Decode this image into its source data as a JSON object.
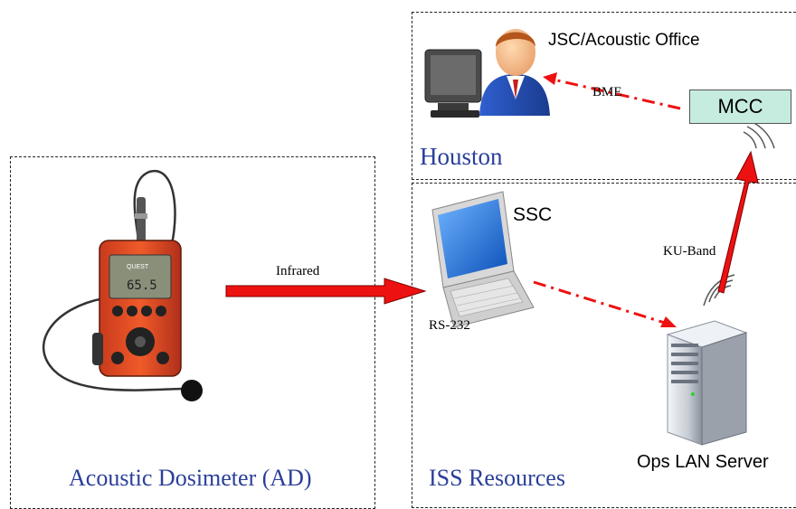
{
  "regions": {
    "ad": {
      "label": "Acoustic Dosimeter (AD)"
    },
    "iss": {
      "label": "ISS Resources"
    },
    "houston": {
      "label": "Houston"
    }
  },
  "nodes": {
    "jsc": {
      "label": "JSC/Acoustic Office"
    },
    "mcc": {
      "label": "MCC"
    },
    "ssc": {
      "label": "SSC"
    },
    "server": {
      "label": "Ops LAN Server"
    },
    "rs232": {
      "label": "RS-232"
    }
  },
  "links": {
    "infrared": {
      "label": "Infrared"
    },
    "bme": {
      "label": "BME"
    },
    "kuband": {
      "label": "KU-Band"
    }
  },
  "device": {
    "brand": "QUEST",
    "reading": "65.5"
  },
  "colors": {
    "arrow": "#ee1111",
    "region_label": "#2a3f9a",
    "mcc_fill": "#c6ecdf"
  }
}
